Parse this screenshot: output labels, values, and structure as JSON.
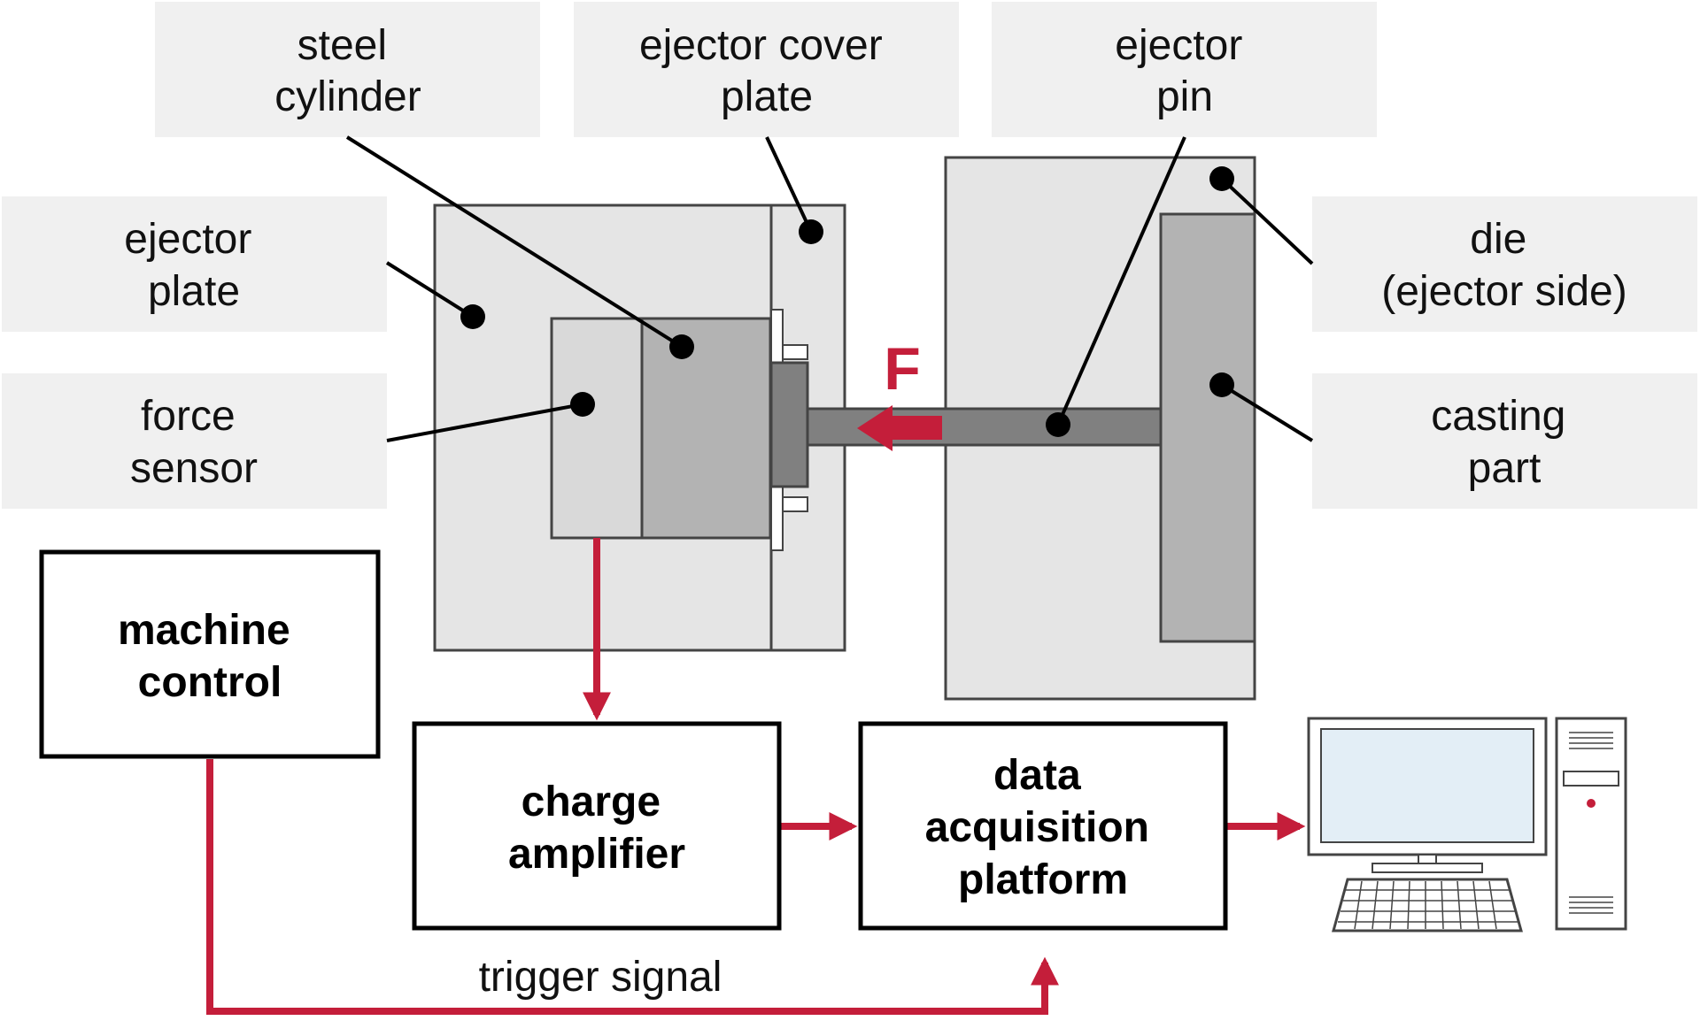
{
  "labels": {
    "steel_cylinder": [
      "steel",
      "cylinder"
    ],
    "ejector_cover_plate": [
      "ejector cover",
      "plate"
    ],
    "ejector_pin": [
      "ejector",
      "pin"
    ],
    "ejector_plate": [
      "ejector",
      "plate"
    ],
    "force_sensor": [
      "force",
      "sensor"
    ],
    "die": [
      "die",
      "(ejector side)"
    ],
    "casting_part": [
      "casting",
      "part"
    ]
  },
  "force_symbol": "F",
  "boxes": {
    "machine_control": [
      "machine",
      "control"
    ],
    "charge_amplifier": [
      "charge",
      "amplifier"
    ],
    "data_acquisition": [
      "data",
      "acquisition",
      "platform"
    ]
  },
  "trigger_signal": "trigger signal",
  "colors": {
    "signal": "#C41E3A",
    "label_bg": "#F0F0F0",
    "plate_fill": "#E5E5E5",
    "outline": "#444444",
    "screen": "#E3EEF6"
  }
}
